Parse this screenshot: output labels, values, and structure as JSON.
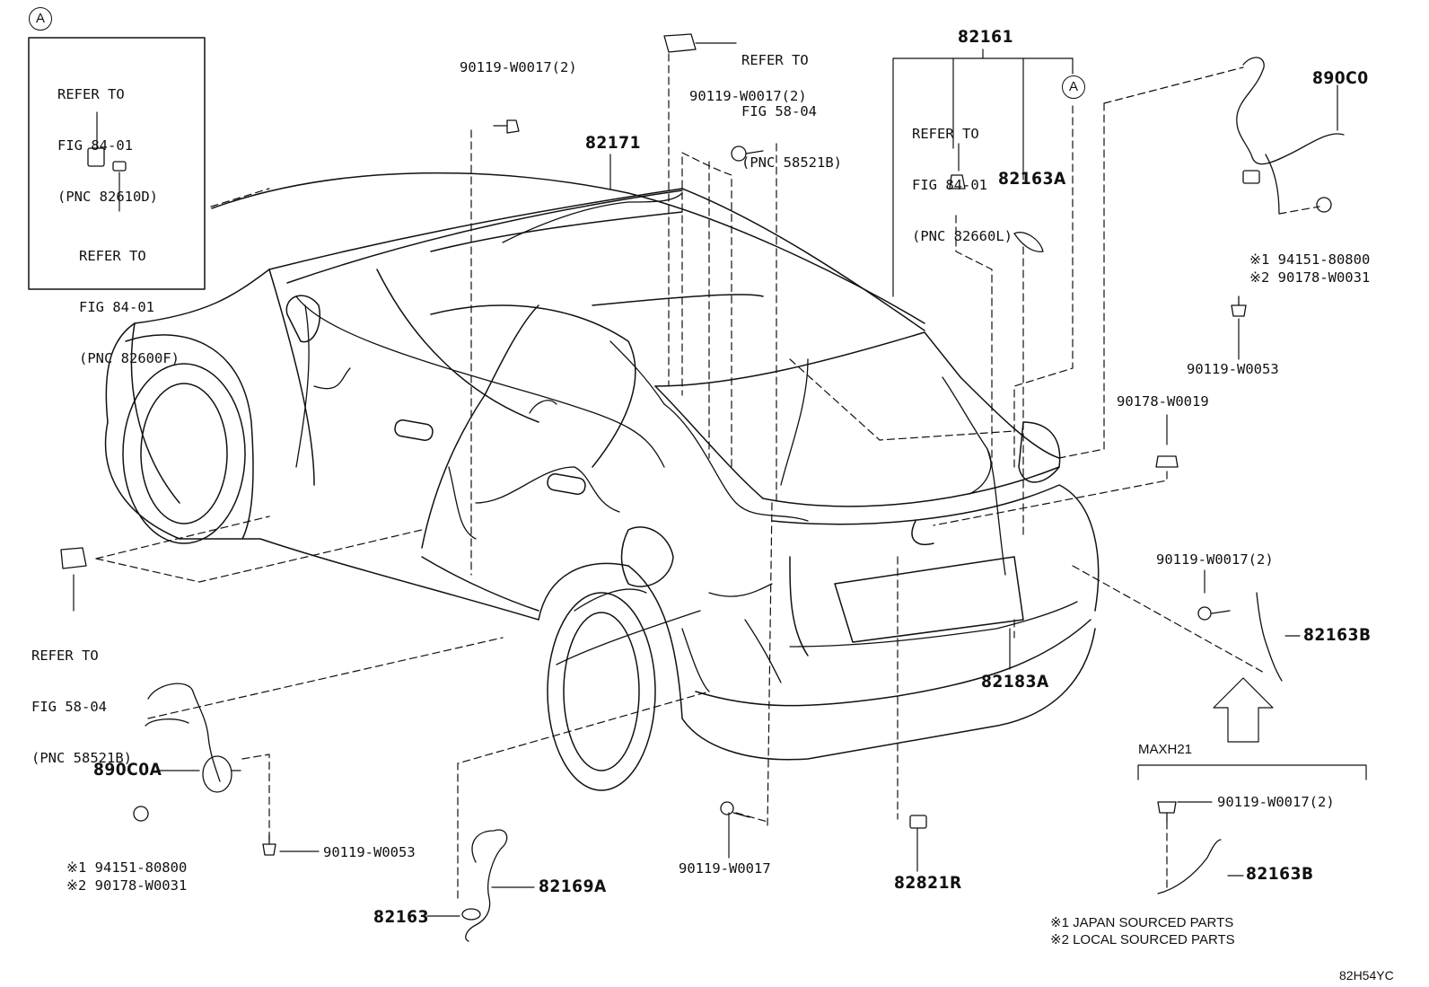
{
  "callouts": {
    "circle_a_inset": "A",
    "circle_a_main": "A",
    "inset_refer_1": [
      "REFER TO",
      "FIG 84-01",
      "(PNC 82610D)"
    ],
    "inset_refer_2": [
      "REFER TO",
      "FIG 84-01",
      "(PNC 82600F)"
    ],
    "refer_top": [
      "REFER TO",
      "FIG 58-04",
      "(PNC 58521B)"
    ],
    "refer_left": [
      "REFER TO",
      "FIG 58-04",
      "(PNC 58521B)"
    ],
    "refer_right": [
      "REFER TO",
      "FIG 84-01",
      "(PNC 82660L)"
    ]
  },
  "parts": {
    "p_82161": "82161",
    "p_82171": "82171",
    "p_82163A": "82163A",
    "p_890C0": "890C0",
    "p_890C0A": "890C0A",
    "p_82183A": "82183A",
    "p_82163B_1": "82163B",
    "p_82163B_2": "82163B",
    "p_82169A": "82169A",
    "p_82163": "82163",
    "p_82821R": "82821R"
  },
  "fasteners": {
    "f_top_left": "90119-W0017(2)",
    "f_top_mid": "90119-W0017(2)",
    "f_right_mid": "90119-W0017(2)",
    "f_maxh": "90119-W0017(2)",
    "f_bottom_mid": "90119-W0017",
    "f_w0053_right": "90119-W0053",
    "f_w0053_left": "90119-W0053",
    "f_w0019": "90178-W0019",
    "r_n1": "※1 94151-80800",
    "r_n2": "※2 90178-W0031",
    "l_n1": "※1 94151-80800",
    "l_n2": "※2 90178-W0031"
  },
  "variant": {
    "maxh": "MAXH21"
  },
  "notes": {
    "note1": "※1 JAPAN SOURCED PARTS",
    "note2": "※2 LOCAL SOURCED PARTS",
    "figure_code": "82H54YC"
  }
}
